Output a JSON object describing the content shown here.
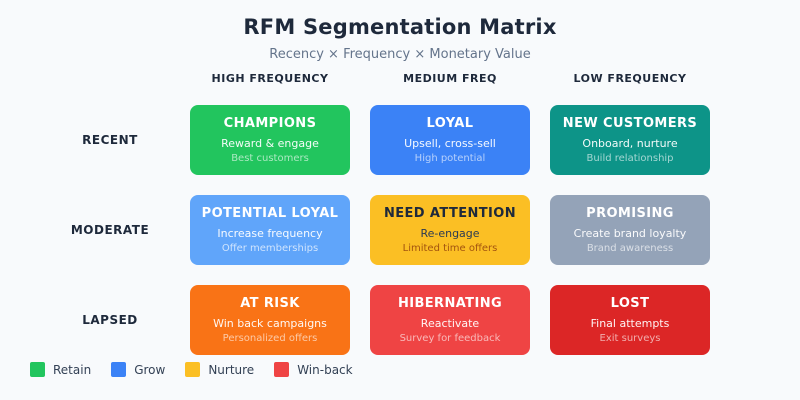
{
  "page": {
    "background": "#f8fafc"
  },
  "header": {
    "title": "RFM Segmentation Matrix",
    "subtitle": "Recency × Frequency × Monetary Value"
  },
  "matrix": {
    "column_headers": [
      "HIGH FREQUENCY",
      "MEDIUM FREQ",
      "LOW FREQUENCY"
    ],
    "row_labels": [
      "RECENT",
      "MODERATE",
      "LAPSED"
    ],
    "cells": [
      {
        "title": "CHAMPIONS",
        "action": "Reward & engage",
        "note": "Best customers",
        "bg": "#22c55e",
        "title_color": "#ffffff",
        "action_color": "rgba(255,255,255,0.95)",
        "note_color": "rgba(255,255,255,0.62)"
      },
      {
        "title": "LOYAL",
        "action": "Upsell, cross-sell",
        "note": "High potential",
        "bg": "#3b82f6",
        "title_color": "#ffffff",
        "action_color": "rgba(255,255,255,0.95)",
        "note_color": "rgba(255,255,255,0.62)"
      },
      {
        "title": "NEW CUSTOMERS",
        "action": "Onboard, nurture",
        "note": "Build relationship",
        "bg": "#0d9488",
        "title_color": "#ffffff",
        "action_color": "rgba(255,255,255,0.95)",
        "note_color": "rgba(255,255,255,0.62)"
      },
      {
        "title": "POTENTIAL LOYAL",
        "action": "Increase frequency",
        "note": "Offer memberships",
        "bg": "#60a5fa",
        "title_color": "#ffffff",
        "action_color": "rgba(255,255,255,0.95)",
        "note_color": "rgba(255,255,255,0.7)"
      },
      {
        "title": "NEED ATTENTION",
        "action": "Re-engage",
        "note": "Limited time offers",
        "bg": "#fbbf24",
        "title_color": "#1e293b",
        "action_color": "#2b3a52",
        "note_color": "#a3540f"
      },
      {
        "title": "PROMISING",
        "action": "Create brand loyalty",
        "note": "Brand awareness",
        "bg": "#94a3b8",
        "title_color": "#ffffff",
        "action_color": "rgba(255,255,255,0.95)",
        "note_color": "rgba(255,255,255,0.65)"
      },
      {
        "title": "AT RISK",
        "action": "Win back campaigns",
        "note": "Personalized offers",
        "bg": "#f97316",
        "title_color": "#ffffff",
        "action_color": "rgba(255,255,255,0.95)",
        "note_color": "rgba(255,255,255,0.62)"
      },
      {
        "title": "HIBERNATING",
        "action": "Reactivate",
        "note": "Survey for feedback",
        "bg": "#ef4444",
        "title_color": "#ffffff",
        "action_color": "rgba(255,255,255,0.95)",
        "note_color": "rgba(255,255,255,0.62)"
      },
      {
        "title": "LOST",
        "action": "Final attempts",
        "note": "Exit surveys",
        "bg": "#dc2626",
        "title_color": "#ffffff",
        "action_color": "rgba(255,255,255,0.95)",
        "note_color": "rgba(255,255,255,0.62)"
      }
    ]
  },
  "legend": {
    "items": [
      {
        "label": "Retain",
        "color": "#22c55e"
      },
      {
        "label": "Grow",
        "color": "#3b82f6"
      },
      {
        "label": "Nurture",
        "color": "#fbbf24"
      },
      {
        "label": "Win-back",
        "color": "#ef4444"
      }
    ]
  }
}
